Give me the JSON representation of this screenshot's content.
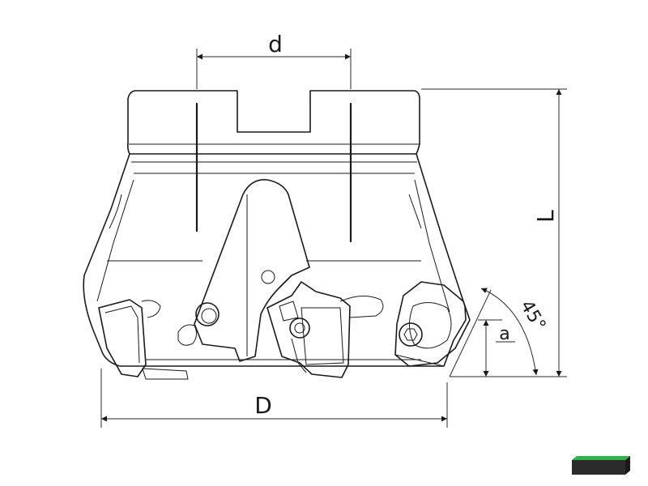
{
  "dimensions": {
    "d": "d",
    "D": "D",
    "L": "L",
    "a": "a",
    "angle": "45°"
  },
  "colors": {
    "line": "#1a1a1a",
    "badge_top": "#2fb34a",
    "badge_body": "#2b2b2b"
  },
  "icons": {
    "badge": "insert-grade-badge-icon"
  }
}
